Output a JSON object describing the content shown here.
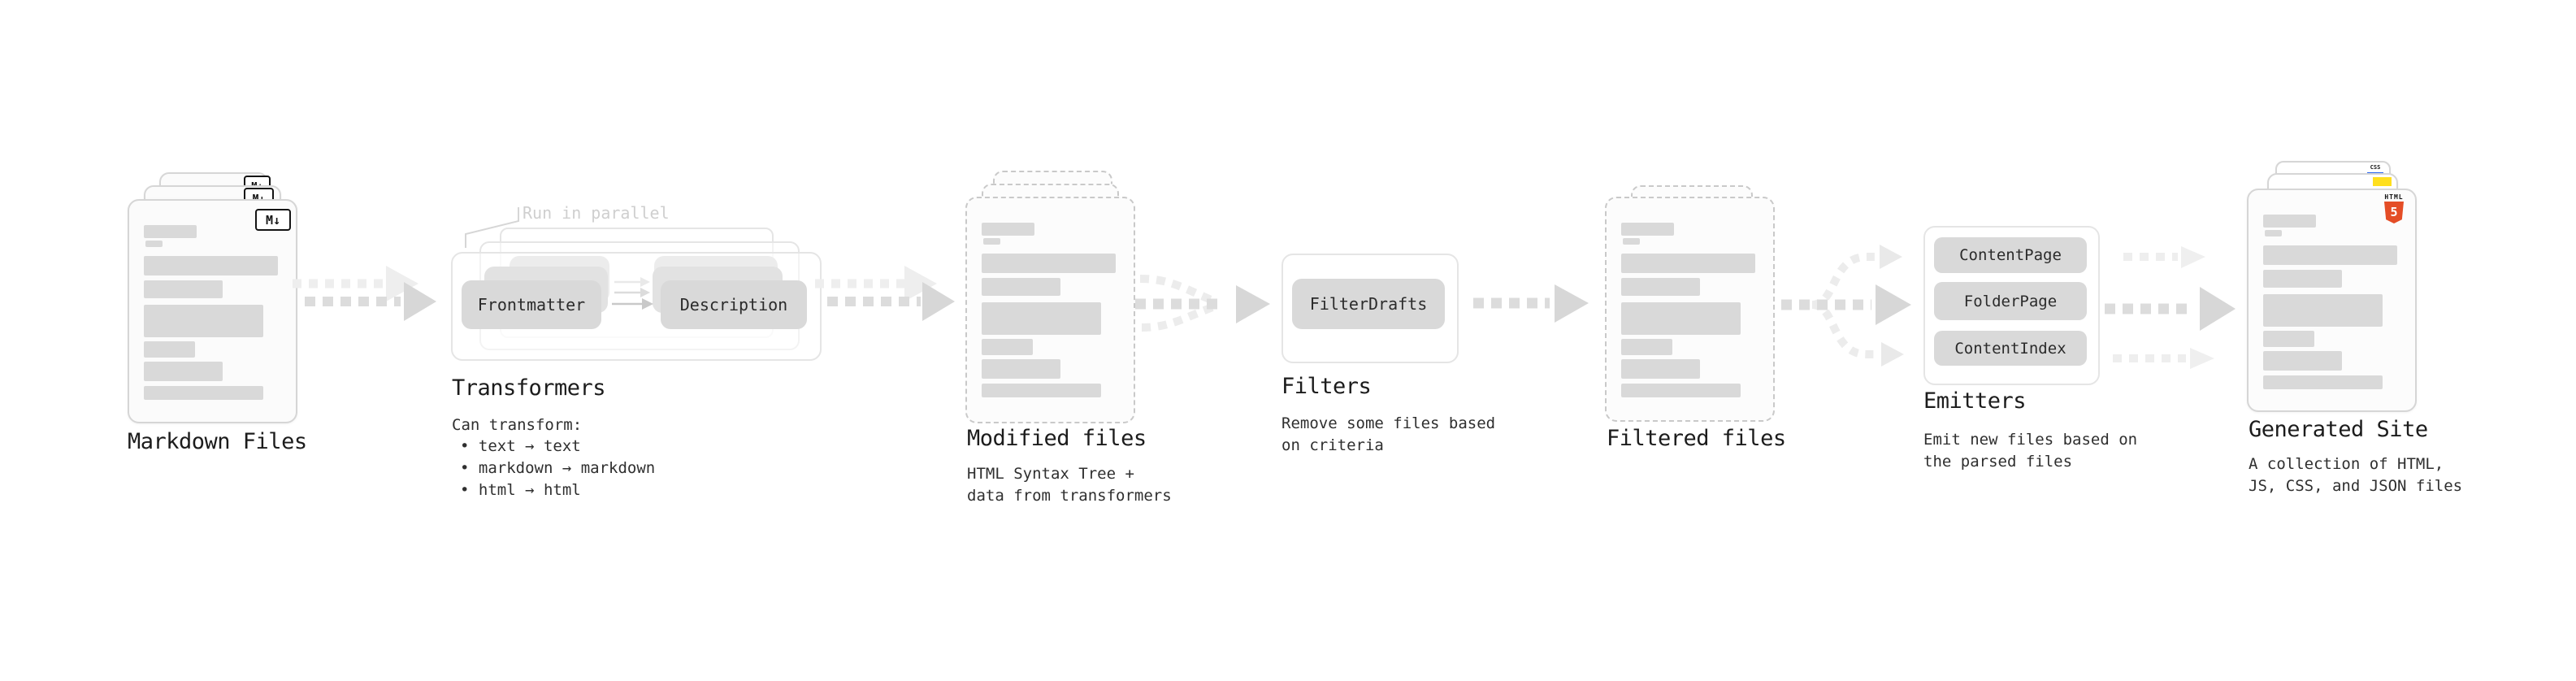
{
  "stages": {
    "markdown_files": {
      "title": "Markdown Files",
      "icon": "markdown-icon",
      "badge": "M↓"
    },
    "transformers": {
      "annotation": "Run in parallel",
      "input_box": "Frontmatter",
      "output_box": "Description",
      "title": "Transformers",
      "subtitle_heading": "Can transform:",
      "bullets": [
        "• text → text",
        "• markdown → markdown",
        "• html → html"
      ]
    },
    "modified_files": {
      "title": "Modified files",
      "subtitle": [
        "HTML Syntax Tree +",
        "data from transformers"
      ]
    },
    "filters": {
      "button": "FilterDrafts",
      "title": "Filters",
      "subtitle": [
        "Remove some files based",
        "on criteria"
      ]
    },
    "filtered_files": {
      "title": "Filtered files"
    },
    "emitters": {
      "buttons": [
        "ContentPage",
        "FolderPage",
        "ContentIndex"
      ],
      "title": "Emitters",
      "subtitle": [
        "Emit new files based on",
        "the parsed files"
      ]
    },
    "generated_site": {
      "title": "Generated Site",
      "subtitle": [
        "A collection of HTML,",
        "JS, CSS, and JSON files"
      ],
      "css_badge": "CSS",
      "html5_badge_label": "HTML",
      "html5_badge_number": "5",
      "icons": [
        "css-icon",
        "js-icon",
        "html5-icon"
      ]
    }
  },
  "colors": {
    "background": "#ffffff",
    "card_fill": "#fbfbfb",
    "card_border": "#d6d6d6",
    "dashed_border": "#c9c9c9",
    "bar_fill": "#d9d9d9",
    "button_fill": "#d9d9d9",
    "group_border": "#e5e5e5",
    "arrow_main": "#dcdcdc",
    "arrow_faint": "#ededed",
    "title_text": "#1c1c1c",
    "body_text": "#2f2f2f",
    "annotation_text": "#cfcfcf",
    "markdown_badge": "#141414",
    "html5_orange": "#e44d26",
    "js_yellow": "#ffdf1e",
    "css_blue": "#2965f1"
  }
}
